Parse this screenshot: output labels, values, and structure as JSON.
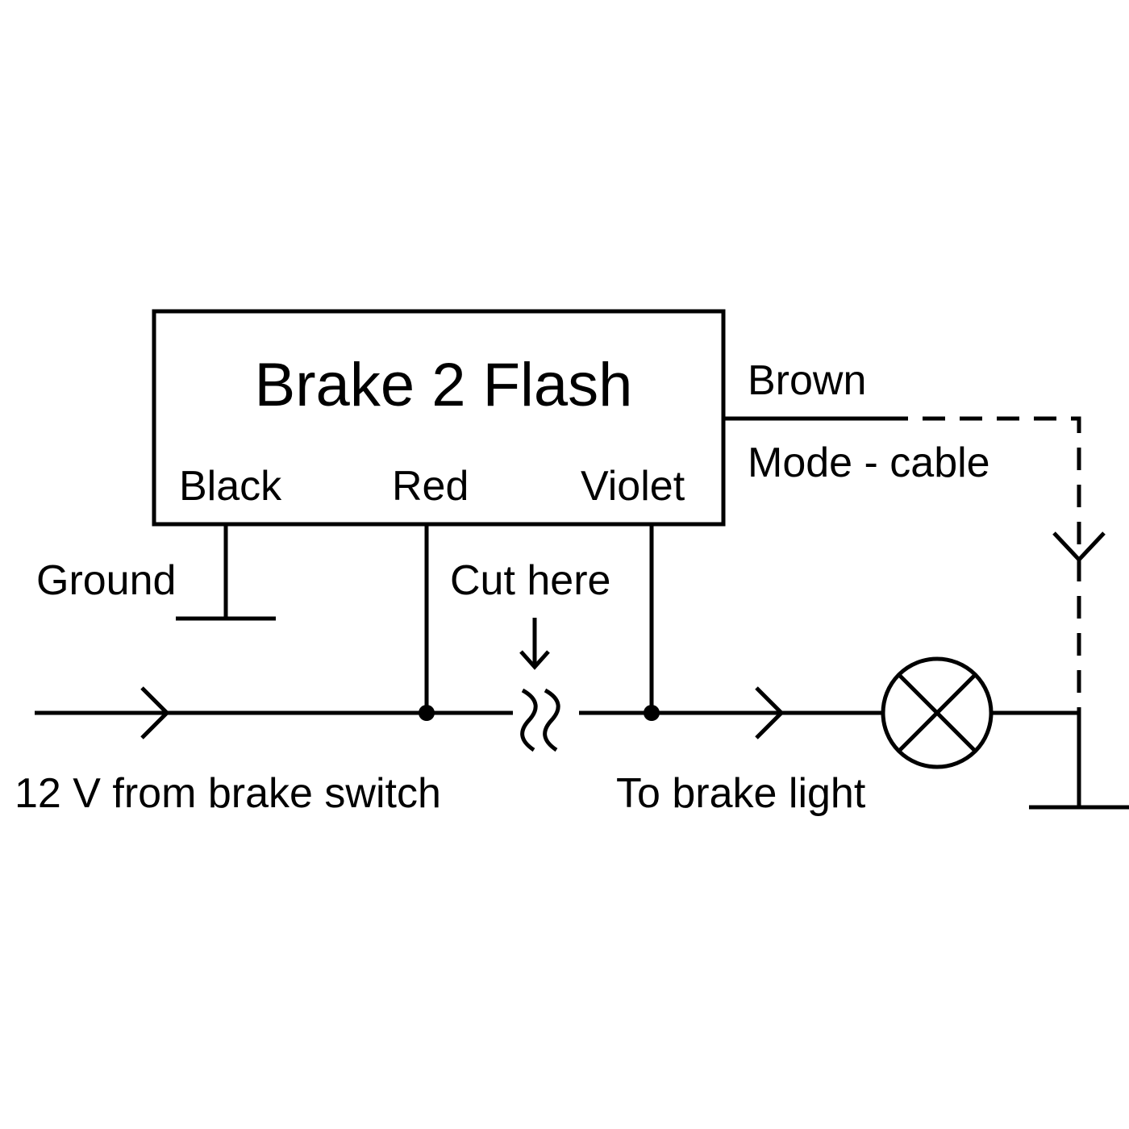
{
  "module": {
    "name": "Brake 2 Flash",
    "pins": {
      "black": "Black",
      "red": "Red",
      "violet": "Violet"
    }
  },
  "labels": {
    "brown": "Brown",
    "mode_cable": "Mode - cable",
    "ground": "Ground",
    "cut_here": "Cut here",
    "source": "12 V from brake switch",
    "load": "To brake light"
  },
  "icons": {
    "junction": "junction-dot-icon",
    "cut": "cut-mark-icon",
    "lamp": "lamp-icon",
    "ground": "ground-icon",
    "flow_arrow": "flow-arrow-icon",
    "down_arrow": "arrow-down-icon",
    "fork": "fork-connector-icon"
  },
  "colors": {
    "line": "#000000",
    "background": "#ffffff"
  }
}
